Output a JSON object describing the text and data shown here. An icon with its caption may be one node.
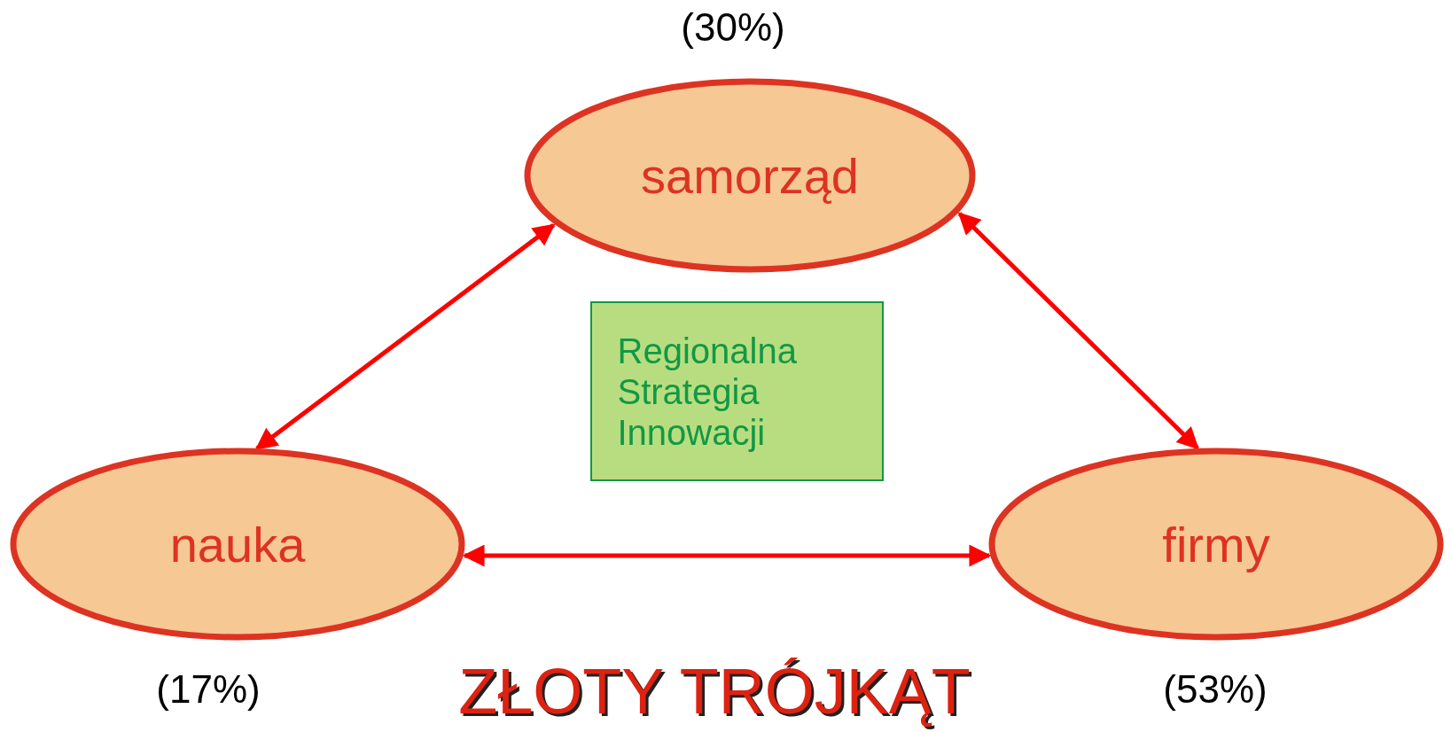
{
  "diagram": {
    "title": "ZŁOTY TRÓJKĄT",
    "nodes": [
      {
        "text": [
          "samorząd"
        ],
        "beside": [
          "(30%)"
        ]
      },
      {
        "text": [
          "Regionalna Strategia Innowacji"
        ]
      },
      {
        "text": [
          "nauka"
        ],
        "beside": [
          "(17%)"
        ]
      },
      {
        "text": [
          "firmy"
        ],
        "beside": [
          "(53%)"
        ]
      }
    ],
    "edges": [
      {
        "from": 2,
        "to": 0,
        "arrow": "both"
      },
      {
        "from": 0,
        "to": 3,
        "arrow": "both"
      },
      {
        "from": 2,
        "to": 3,
        "arrow": "both"
      }
    ]
  }
}
